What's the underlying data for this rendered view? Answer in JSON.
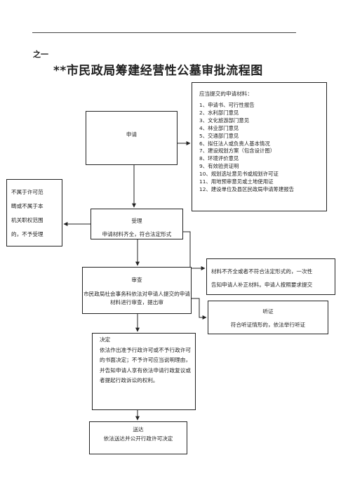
{
  "header": {
    "section_label": "之一",
    "title": "**市民政局筹建经营性公墓审批流程图"
  },
  "nodes": {
    "materials": {
      "heading": "应当提交的申请材料：",
      "items": [
        "1、申请书、可行性报告",
        "2、水利部门意见",
        "3、文化旅游部门意见",
        "4、林业部门意见",
        "5、交通部门意见",
        "6、拟任法人或负责人基本情况",
        "7、建设规划方案（包含设计图）",
        "8、环境评价意见",
        "9、有效验资证明",
        "10、规划选址意见书或规划许可证",
        "11、用地预审意见或土地使用证",
        "12、建设单位及县区民政局申请筹建报告"
      ]
    },
    "apply": {
      "label": "申请"
    },
    "not_in_scope": {
      "lines": [
        "不属于许可范",
        "畴或不属于本",
        "机关职权范围",
        "的，不予受理"
      ]
    },
    "accept": {
      "label": "受理",
      "sub": "申请材料齐全，符合法定形式"
    },
    "review": {
      "label": "审查",
      "sub": "市民政局社会事务科依法对申请人提交的申请材料进行审查，提出审"
    },
    "incomplete": {
      "lines": [
        "材料不齐全或者不符合法定形式的，一次性",
        "告知申请人补正材料。申请人按照要求提交"
      ]
    },
    "hearing": {
      "label": "听证",
      "sub": "符合听证情形的，依法举行听证"
    },
    "decision": {
      "label": "决定",
      "text": "依法作出准予行政许可或不予行政许可的书面决定；不予许可应当说明理由，并告知申请人享有依法申请行政复议或者提起行政诉讼的权利。"
    },
    "delivery": {
      "label": "送达",
      "sub": "依法送达并公开行政许可决定"
    }
  }
}
